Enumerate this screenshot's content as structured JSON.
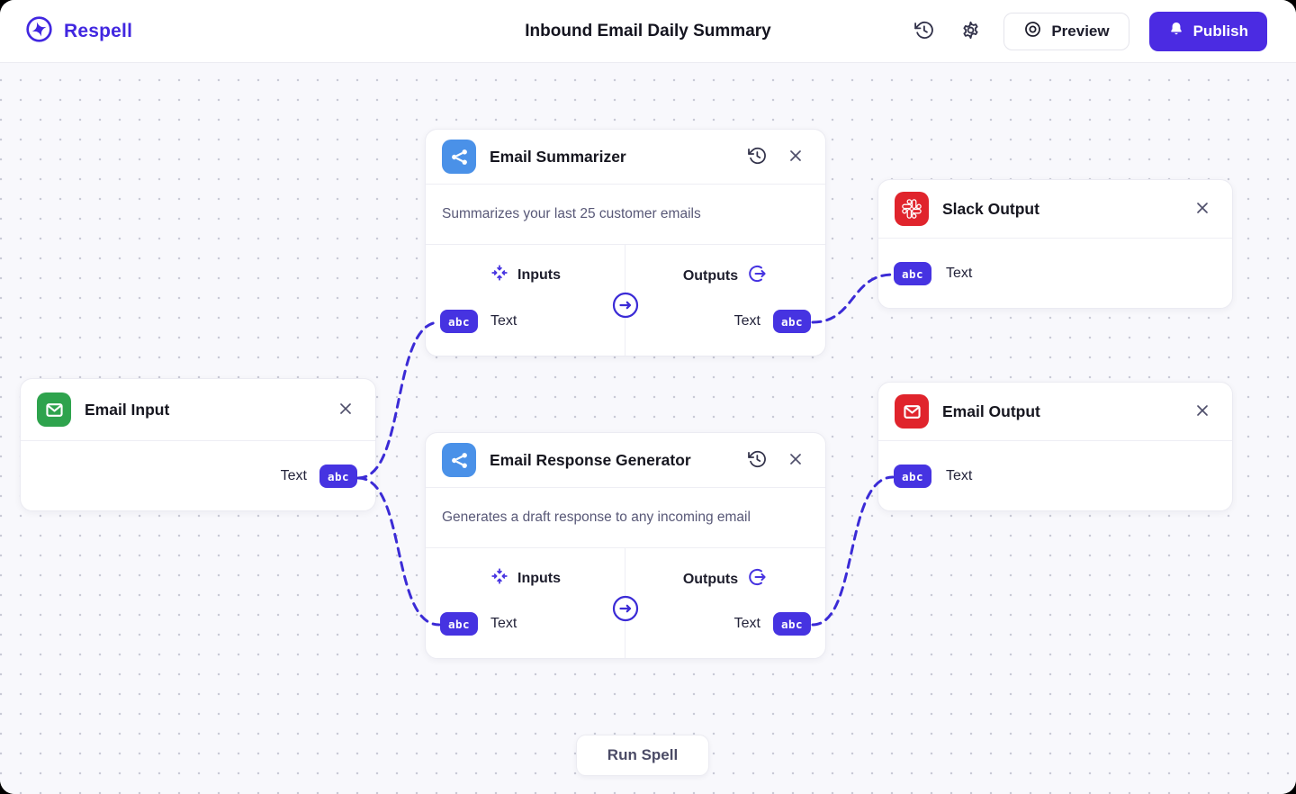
{
  "header": {
    "brand": "Respell",
    "title": "Inbound Email Daily Summary",
    "preview": {
      "label": "Preview"
    },
    "publish": {
      "label": "Publish"
    }
  },
  "canvas": {
    "run_spell_label": "Run Spell",
    "port_badge": "abc",
    "nodes": {
      "email_input": {
        "title": "Email Input",
        "icon": "email-icon-green",
        "output_label": "Text"
      },
      "email_summarizer": {
        "title": "Email Summarizer",
        "icon": "share-icon-blue",
        "description": "Summarizes your last 25 customer emails",
        "inputs_label": "Inputs",
        "outputs_label": "Outputs",
        "input_label": "Text",
        "output_label": "Text"
      },
      "email_response_generator": {
        "title": "Email Response Generator",
        "icon": "share-icon-blue",
        "description": "Generates a draft response to any incoming email",
        "inputs_label": "Inputs",
        "outputs_label": "Outputs",
        "input_label": "Text",
        "output_label": "Text"
      },
      "slack_output": {
        "title": "Slack Output",
        "icon": "slack-icon-red",
        "input_label": "Text"
      },
      "email_output": {
        "title": "Email Output",
        "icon": "email-icon-red",
        "input_label": "Text"
      }
    },
    "connections": [
      {
        "from": "email_input.text",
        "to": "email_summarizer.text"
      },
      {
        "from": "email_input.text",
        "to": "email_response_generator.text"
      },
      {
        "from": "email_summarizer.text",
        "to": "slack_output.text"
      },
      {
        "from": "email_response_generator.text",
        "to": "email_output.text"
      }
    ]
  },
  "colors": {
    "brand_indigo": "#4127E0",
    "primary_button": "#4B2BE2",
    "port_badge": "#4633E1",
    "connection_line": "#3B2BD6",
    "tile_blue": "#4A91E8",
    "tile_green": "#2EA34D",
    "tile_red": "#E0242C",
    "canvas_bg": "#F8F8FC",
    "description_text": "#585877"
  }
}
